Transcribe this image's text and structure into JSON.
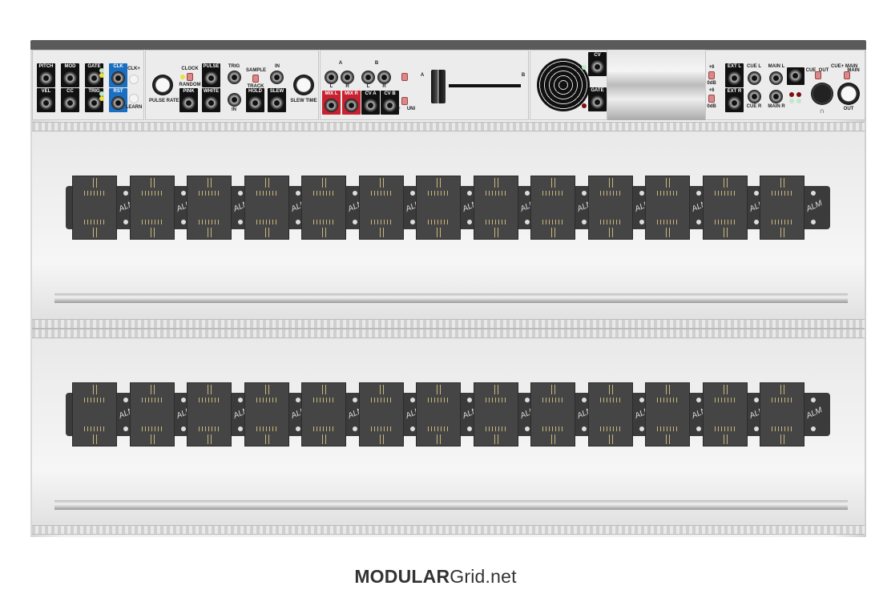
{
  "logo": {
    "bold": "MODULAR",
    "rest": "Grid.net"
  },
  "modules": {
    "midi": {
      "top": [
        "PITCH",
        "MOD",
        "GATE",
        "CLK"
      ],
      "bottom": [
        "VEL",
        "CC",
        "TRIG",
        "RST"
      ],
      "clk_plus": "CLK+",
      "learn": "LEARN"
    },
    "noise": {
      "pulse_rate": "PULSE RATE",
      "clock": "CLOCK",
      "random": "RANDOM",
      "pulse": "PULSE",
      "pink": "PINK",
      "white": "WHITE",
      "trig": "TRIG",
      "in": "IN",
      "sample": "SAMPLE",
      "track": "TRACK",
      "hold": "HOLD",
      "in2": "IN",
      "slew": "SLEW",
      "slew_time": "SLEW TIME"
    },
    "fader": {
      "a": "A",
      "b": "B",
      "l1": "L",
      "r1": "R",
      "l2": "L",
      "r2": "R",
      "mix_l": "MIX L",
      "mix_r": "MIX R",
      "cv_a": "CV A",
      "cv_b": "CV B",
      "side_a": "A",
      "side_b": "B",
      "uni": "UNI",
      "bip": "-/+"
    },
    "turntable": {
      "cv": "CV",
      "gate": "GATE"
    },
    "output": {
      "ext_l": "EXT L",
      "ext_r": "EXT R",
      "cue_l": "CUE L",
      "cue_r": "CUE R",
      "main_l": "MAIN L",
      "main_r": "MAIN R",
      "cue": "CUE",
      "out_sw": "OUT",
      "cue_main": "CUE+ MAIN",
      "main": "MAIN",
      "out": "OUT",
      "gain_hi": "+6",
      "gain_lo": "0dB",
      "gain_hi2": "+6",
      "gain_lo2": "0dB"
    }
  },
  "busboards": {
    "count": 13,
    "brand": "ALM"
  }
}
